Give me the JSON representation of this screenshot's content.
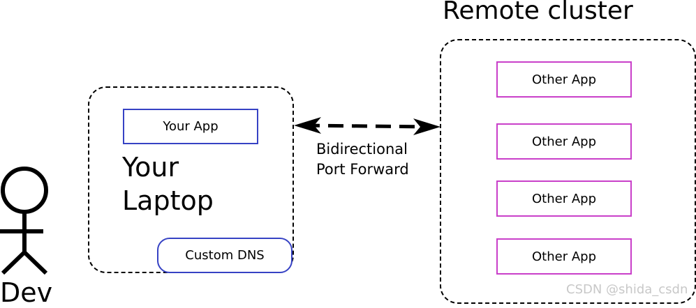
{
  "cluster": {
    "title": "Remote cluster",
    "apps": [
      "Other App",
      "Other App",
      "Other App",
      "Other App"
    ]
  },
  "laptop": {
    "label": "Your\nLaptop",
    "app": "Your App",
    "dns": "Custom DNS"
  },
  "connection": {
    "label": "Bidirectional\nPort Forward"
  },
  "user": {
    "label": "Dev"
  },
  "watermark": "CSDN @shida_csdn",
  "colors": {
    "laptop_app_border": "#3642c4",
    "cluster_app_border": "#c93fc9",
    "outline": "#000000"
  }
}
